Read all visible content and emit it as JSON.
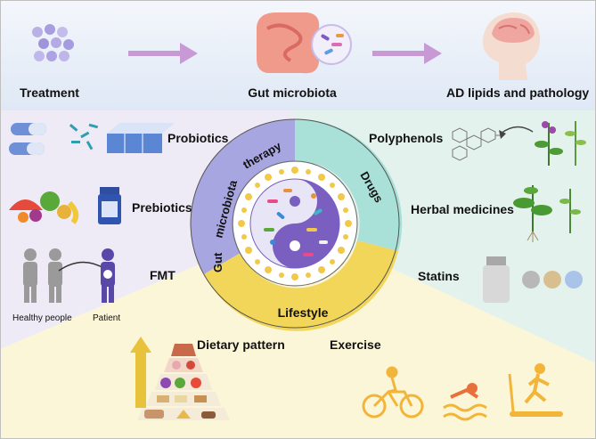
{
  "top": {
    "treatment": "Treatment",
    "gut_microbiota": "Gut microbiota",
    "ad": "AD lipids and pathology"
  },
  "left": {
    "probiotics": "Probiotics",
    "prebiotics": "Prebiotics",
    "fmt": "FMT",
    "healthy_people": "Healthy people",
    "patient": "Patient"
  },
  "right": {
    "polyphenols": "Polyphenols",
    "herbal_medicines": "Herbal medicines",
    "statins": "Statins"
  },
  "bottom": {
    "dietary_pattern": "Dietary pattern",
    "exercise": "Exercise"
  },
  "ring": {
    "gut": "Gut",
    "microbiota": "microbiota",
    "therapy": "therapy",
    "drugs": "Drugs",
    "lifestyle": "Lifestyle"
  },
  "colors": {
    "purple_sector": "#a8a6e0",
    "teal_sector": "#a9e0d8",
    "yellow_sector": "#f2d65a",
    "arrow": "#c79ad6",
    "banner": "#e6eef8",
    "left_panel": "#eeeaf6",
    "right_panel": "#e4f2ee",
    "bottom_panel": "#fbf6d8"
  }
}
